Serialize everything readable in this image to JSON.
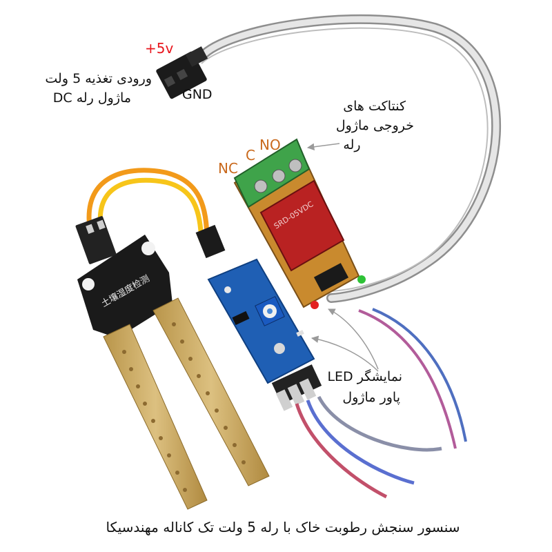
{
  "labels": {
    "plus5v": "+5v",
    "gnd": "GND",
    "power_input_line1": "ورودی تغذیه 5 ولت",
    "power_input_line2": "DC ماژول رله",
    "contacts_line1": "کنتاکت های",
    "contacts_line2": "خروجی ماژول",
    "contacts_line3": "رله",
    "no": "NO",
    "c": "C",
    "nc": "NC",
    "led_line1": "LED نمایشگر",
    "led_line2": "پاور ماژول",
    "caption": "سنسور سنجش رطوبت خاک با رله 5 ولت تک کاناله مهندسیکا"
  },
  "board_text": {
    "probe_chinese": "土壤湿度检测",
    "relay_model": "SRD-05VDC"
  },
  "colors": {
    "label_text": "#111111",
    "terminal_label": "#c9691c",
    "voltage_label": "#e8161d",
    "probe_pcb": "#1a1a1a",
    "probe_gold": "#c9a85a",
    "sensor_pcb": "#1f5fb4",
    "relay_pcb": "#c98a2e",
    "terminal_block": "#3fa34a"
  },
  "icons": {
    "arrow": "thin-gray-arrow"
  }
}
